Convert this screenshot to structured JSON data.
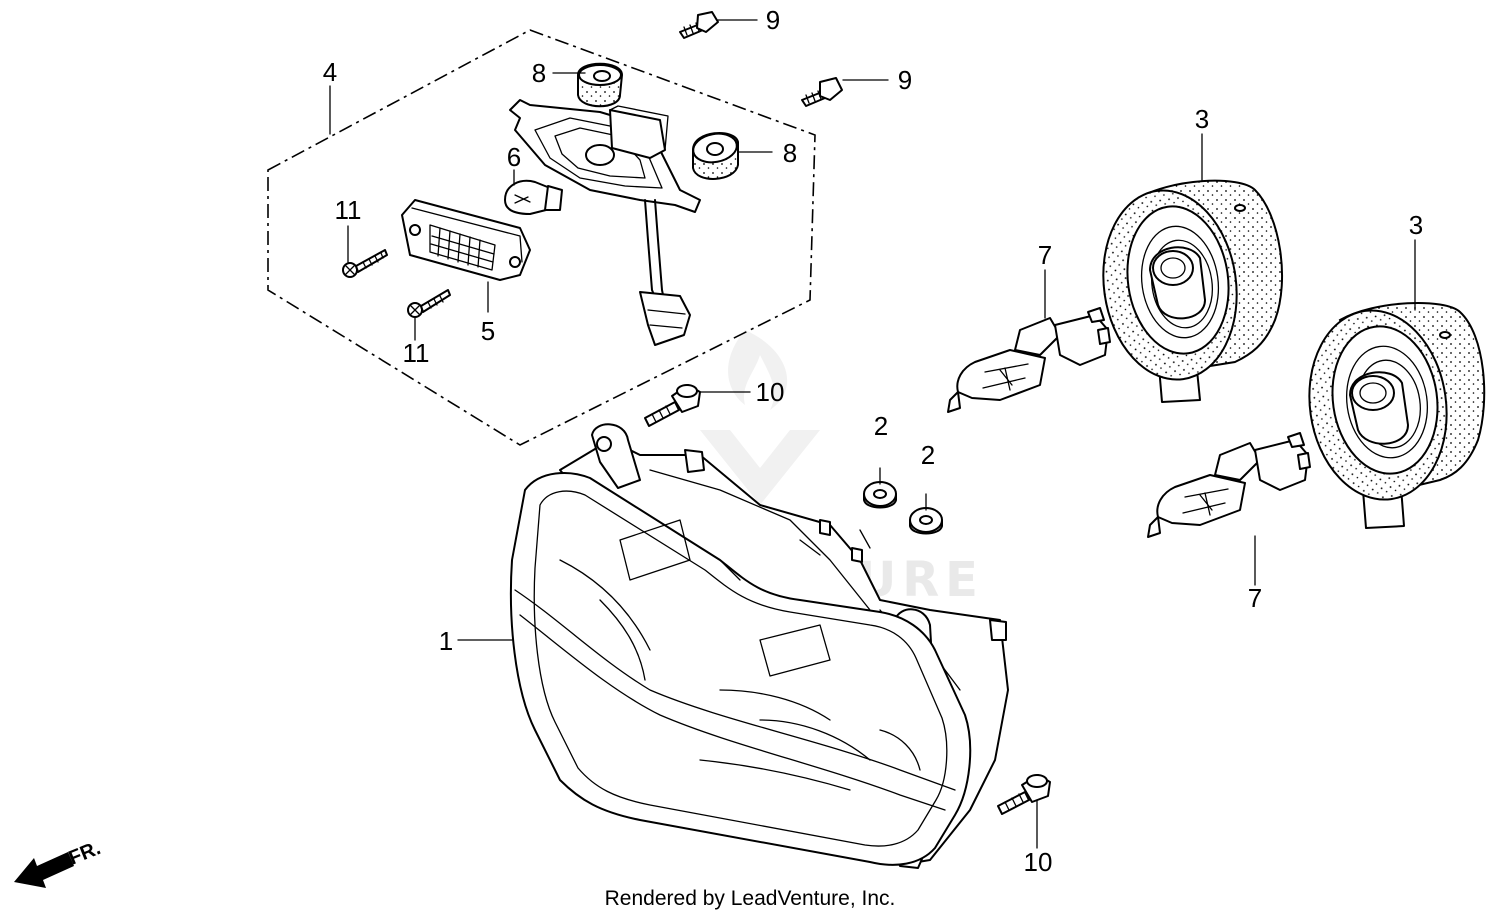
{
  "diagram": {
    "callouts": [
      {
        "id": "c1",
        "label": "1"
      },
      {
        "id": "c2a",
        "label": "2"
      },
      {
        "id": "c2b",
        "label": "2"
      },
      {
        "id": "c3a",
        "label": "3"
      },
      {
        "id": "c3b",
        "label": "3"
      },
      {
        "id": "c4",
        "label": "4"
      },
      {
        "id": "c5",
        "label": "5"
      },
      {
        "id": "c6",
        "label": "6"
      },
      {
        "id": "c7a",
        "label": "7"
      },
      {
        "id": "c7b",
        "label": "7"
      },
      {
        "id": "c8a",
        "label": "8"
      },
      {
        "id": "c8b",
        "label": "8"
      },
      {
        "id": "c9a",
        "label": "9"
      },
      {
        "id": "c9b",
        "label": "9"
      },
      {
        "id": "c10a",
        "label": "10"
      },
      {
        "id": "c10b",
        "label": "10"
      },
      {
        "id": "c11a",
        "label": "11"
      },
      {
        "id": "c11b",
        "label": "11"
      }
    ],
    "front_marker": "FR.",
    "watermark": "LEADVENTURE",
    "credit": "Rendered by LeadVenture, Inc."
  }
}
